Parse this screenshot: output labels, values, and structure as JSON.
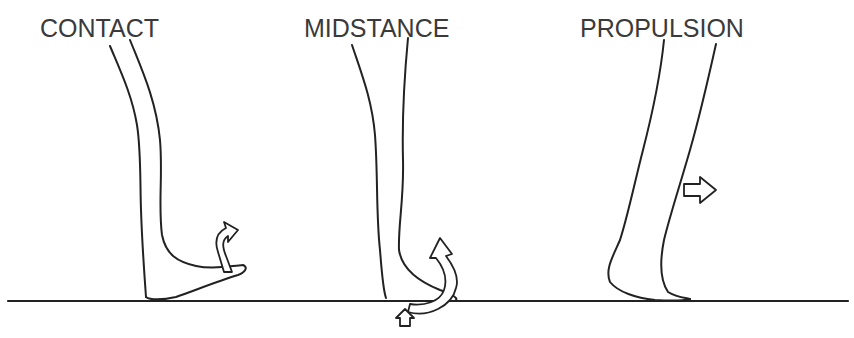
{
  "diagram": {
    "labels": [
      "CONTACT",
      "MIDSTANCE",
      "PROPULSION"
    ]
  }
}
